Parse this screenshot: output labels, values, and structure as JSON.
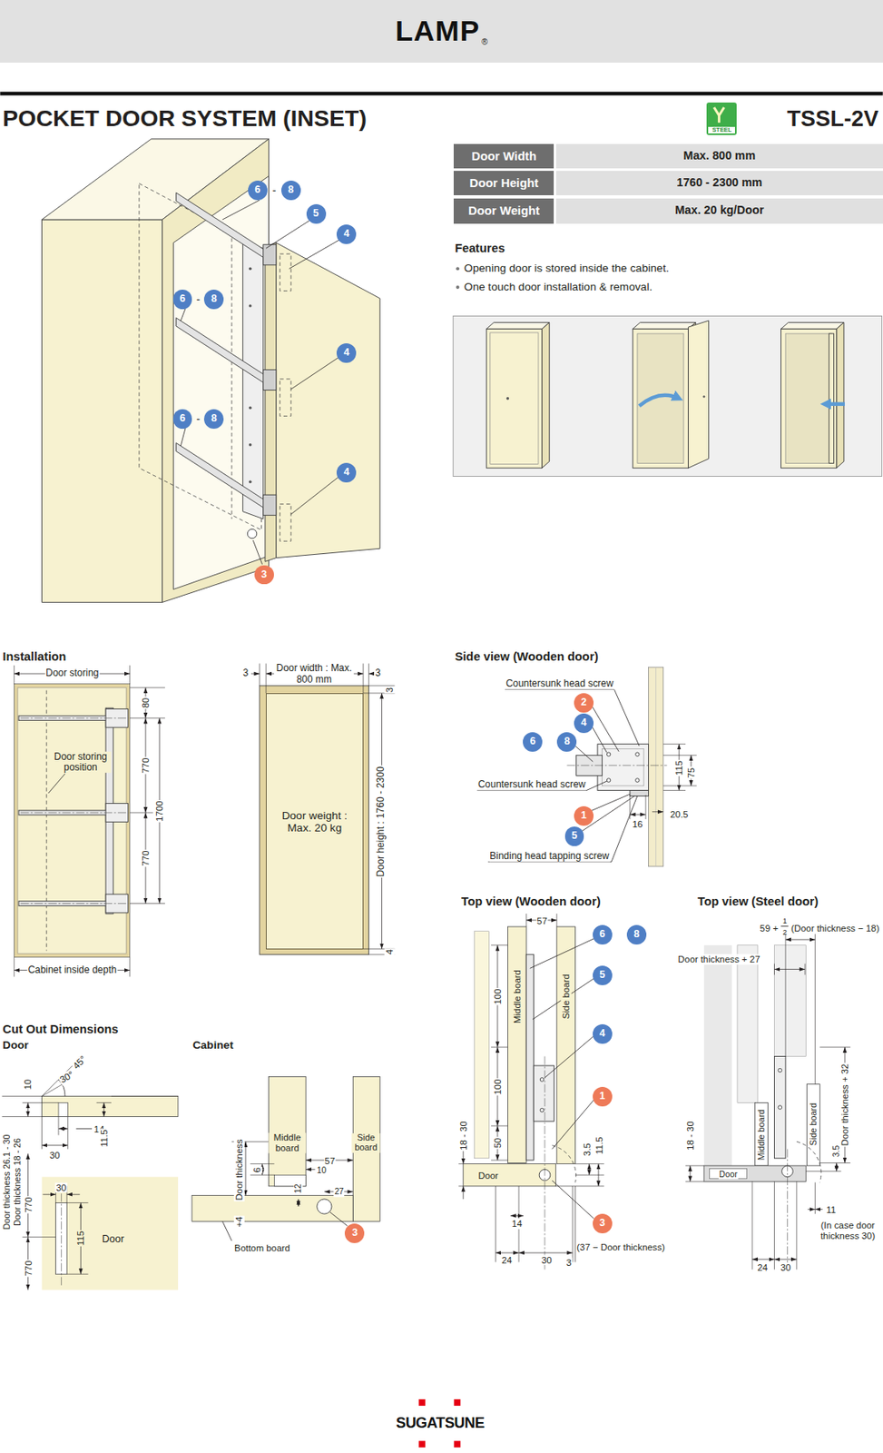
{
  "diagram": {
    "title": "POCKET DOOR SYSTEM (INSET)",
    "nodes": [
      {
        "text": [
          "LAMP",
          "®"
        ]
      },
      {
        "text": [
          "STEEL"
        ]
      },
      {
        "text": [
          "Door Width"
        ]
      },
      {
        "text": [
          "Max. 800 mm"
        ]
      },
      {
        "text": [
          "Door Height"
        ]
      },
      {
        "text": [
          "1760 - 2300 mm"
        ]
      },
      {
        "text": [
          "Door Weight"
        ]
      },
      {
        "text": [
          "Max. 20 kg/Door"
        ]
      },
      {
        "text": [
          "6"
        ]
      },
      {
        "text": [
          "8"
        ]
      },
      {
        "text": [
          "5"
        ]
      },
      {
        "text": [
          "4"
        ]
      },
      {
        "text": [
          "6"
        ]
      },
      {
        "text": [
          "8"
        ]
      },
      {
        "text": [
          "4"
        ]
      },
      {
        "text": [
          "6"
        ]
      },
      {
        "text": [
          "8"
        ]
      },
      {
        "text": [
          "4"
        ]
      },
      {
        "text": [
          "3"
        ]
      },
      {
        "text": [
          "Door weight : Max. 20 kg"
        ]
      },
      {
        "text": [
          "2"
        ]
      },
      {
        "text": [
          "4"
        ]
      },
      {
        "text": [
          "6"
        ]
      },
      {
        "text": [
          "8"
        ]
      },
      {
        "text": [
          "1"
        ]
      },
      {
        "text": [
          "5"
        ]
      },
      {
        "text": [
          "6"
        ]
      },
      {
        "text": [
          "8"
        ]
      },
      {
        "text": [
          "5"
        ]
      },
      {
        "text": [
          "4"
        ]
      },
      {
        "text": [
          "1"
        ]
      },
      {
        "text": [
          "3"
        ]
      },
      {
        "text": [
          "3"
        ]
      }
    ],
    "labels": [
      "TSSL-2V",
      "Features",
      "Opening door is stored inside the cabinet.",
      "One touch door installation & removal.",
      "-",
      "-",
      "-",
      "Installation",
      "Door storing",
      "80",
      "770",
      "1700",
      "770",
      "Door storing position",
      "Cabinet inside depth",
      "3",
      "Door width : Max. 800 mm",
      "3",
      "3",
      "Door height : 1760 - 2300",
      "4",
      "Side view (Wooden door)",
      "Countersunk head screw",
      "Countersunk head screw",
      "Binding head tapping screw",
      "115",
      "75",
      "16",
      "20.5",
      "Top view (Wooden door)",
      "57",
      "100",
      "Middle board",
      "Side board",
      "100",
      "18 - 30",
      "50",
      "Door",
      "3.5",
      "11.5",
      "14",
      "24",
      "30",
      "3",
      "(37 − Door thickness)",
      "Top view (Steel door)",
      "59 +",
      "1",
      "2",
      "(Door thickness − 18)",
      "Door thickness + 27",
      "Door thickness + 32",
      "18 - 30",
      "Middle board",
      "Side board",
      "Door",
      "3.5",
      "11",
      "(In case door thickness 30)",
      "24",
      "30",
      "Cut Out Dimensions",
      "Door",
      "Cabinet",
      "45°",
      "30°",
      "10",
      "14",
      "11.5",
      "30",
      "Door thickness 26.1 - 30",
      "Door thickness 18 - 26",
      "770",
      "30",
      "115",
      "Door",
      "770",
      "Middle board",
      "Side board",
      "57",
      "10",
      "27",
      "6",
      "12",
      "Door thickness",
      "+4",
      "Bottom board",
      "SUGATSUNE"
    ]
  }
}
